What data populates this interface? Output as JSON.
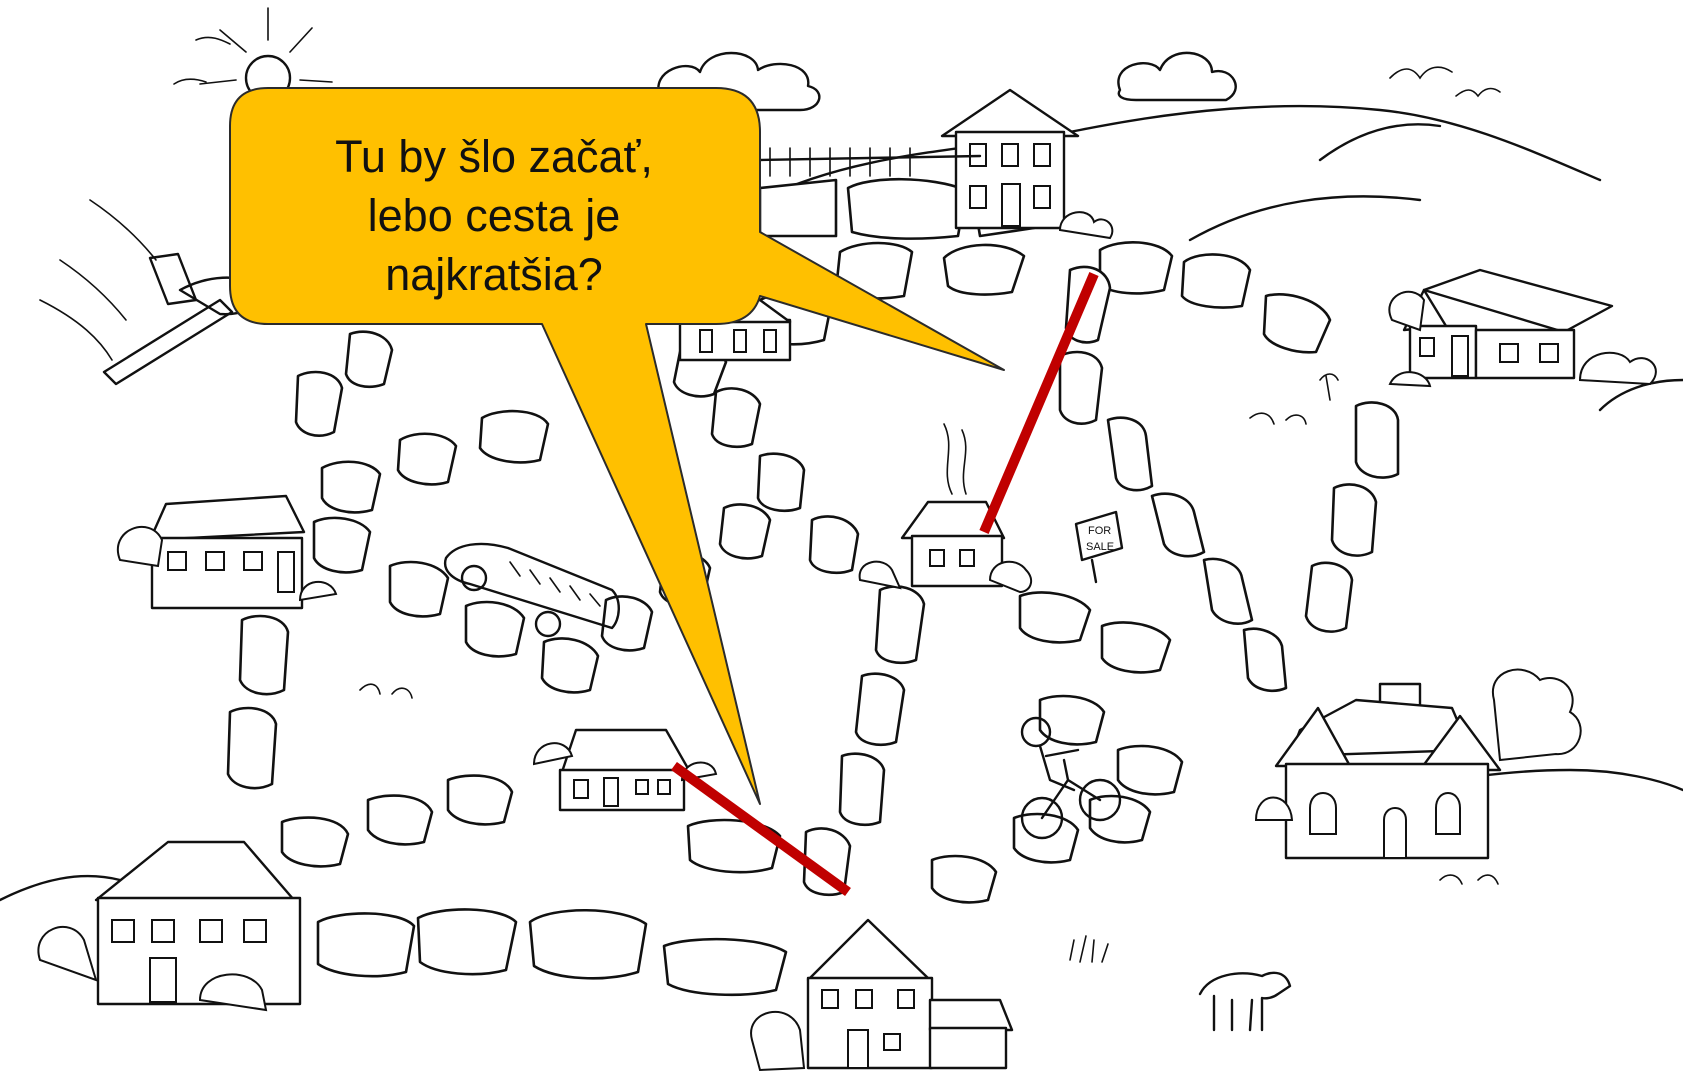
{
  "callout": {
    "lines": [
      "Tu by šlo začať,",
      "lebo cesta je",
      "najkratšia?"
    ],
    "fill": "#FFC000",
    "stroke": "#2B2B2B"
  },
  "sign": {
    "lines": [
      "FOR",
      "SALE"
    ]
  },
  "highlight_color": "#C00000",
  "icons": [
    "sun-icon",
    "cloud-icon",
    "bird-icon",
    "airplane-icon",
    "bus-icon",
    "cyclist-icon",
    "horse-icon",
    "tree-icon"
  ]
}
